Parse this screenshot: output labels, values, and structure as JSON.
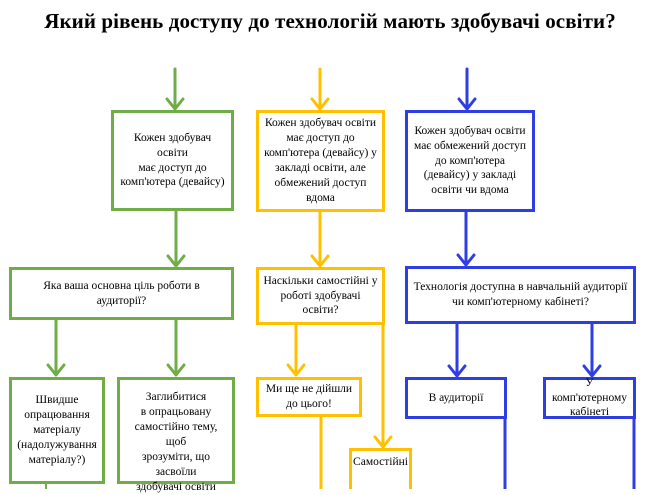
{
  "title": "Який рівень доступу до технологій мають здобувачі освіти?",
  "colors": {
    "green": "#70ad47",
    "yellow": "#ffc000",
    "blue": "#2e3ee3"
  },
  "columns": {
    "green": {
      "level1": "Кожен здобувач освіти\nмає доступ до\nкомп'ютера (девайсу)",
      "question": "Яка ваша основна ціль роботи в\nаудиторії?",
      "answers": [
        "Швидше\nопрацювання\nматеріалу\n(надолужування\nматеріалу?)",
        "Заглибитися\nв опрацьовану\nсамостійно тему, щоб\nзрозуміти, що засвоїли\nздобувачі освіти"
      ]
    },
    "yellow": {
      "level1": "Кожен здобувач освіти\nмає доступ до\nкомп'ютера (девайсу) у\nзакладі освіти, але\nобмежений доступ вдома",
      "question": "Наскільки самостійні у\nроботі здобувачі\nосвіти?",
      "answers": [
        "Ми ще не дійшли\nдо цього!",
        "Самостійні"
      ]
    },
    "blue": {
      "level1": "Кожен здобувач освіти\nмає обмежений доступ\nдо комп'ютера\n(девайсу) у закладі\nосвіти чи вдома",
      "question": "Технологія доступна в навчальній аудиторії\nчи комп'ютерному кабінеті?",
      "answers": [
        "В аудиторії",
        "У комп'ютерному\nкабінеті"
      ]
    }
  }
}
